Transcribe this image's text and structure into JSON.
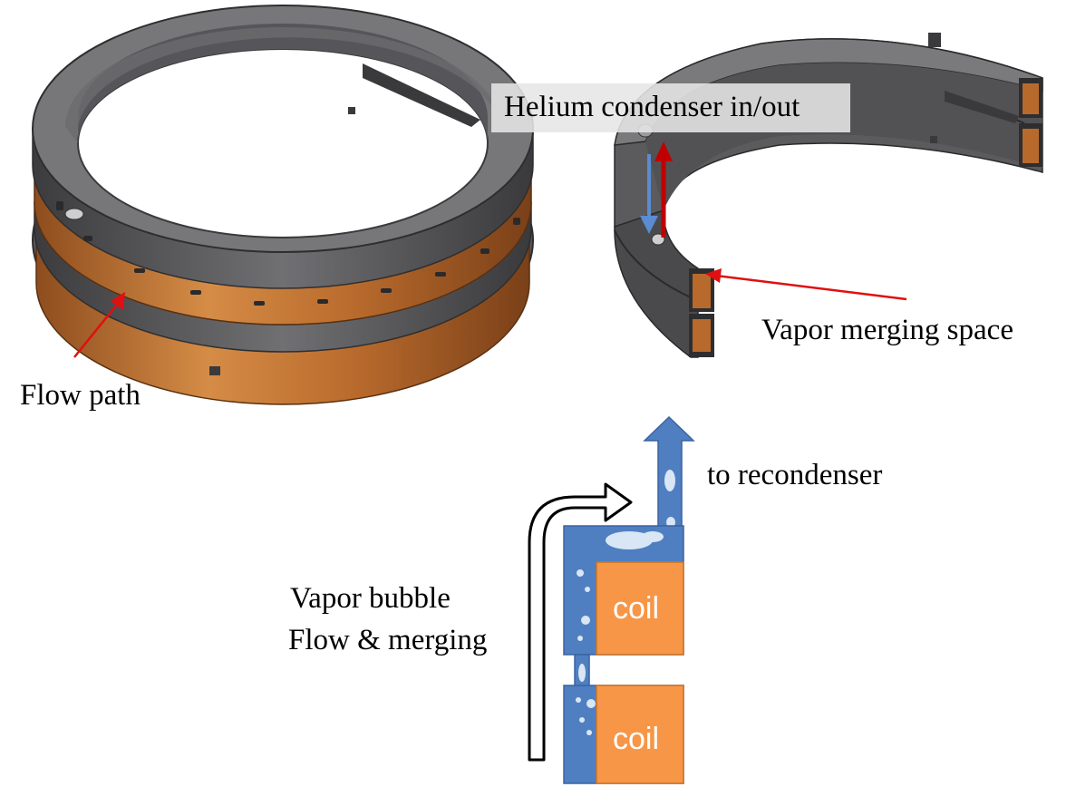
{
  "labels": {
    "helium_condenser": "Helium condenser in/out",
    "vapor_merging_space": "Vapor merging space",
    "flow_path": "Flow path",
    "to_recondenser": "to recondenser",
    "vapor_bubble_line1": "Vapor bubble",
    "vapor_bubble_line2": "Flow & merging",
    "coil_upper": "coil",
    "coil_lower": "coil"
  },
  "colors": {
    "steel_dark": "#4a4a4c",
    "steel_mid": "#6a6a6d",
    "steel_light": "#8a8a8c",
    "copper": "#b86a2c",
    "copper_light": "#d58c46",
    "coolant_blue": "#4f7fc1",
    "coil_orange": "#f79646",
    "pointer_red": "#e01010",
    "arrow_blue": "#5b8bd0",
    "arrow_red": "#c00000"
  },
  "icons": {
    "helium_out_arrow": "arrow-up-icon",
    "helium_in_arrow": "arrow-down-icon",
    "upward_flow_arrow": "bent-arrow-icon"
  }
}
